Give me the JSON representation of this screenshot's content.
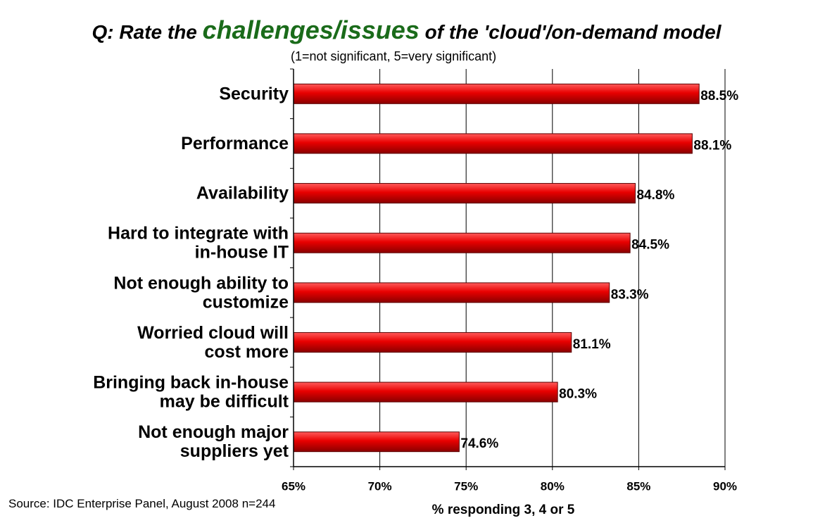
{
  "title": {
    "prefix": "Q: Rate the ",
    "highlight": "challenges/issues",
    "suffix": " of the 'cloud'/on-demand model",
    "highlight_color": "#1a6b1a"
  },
  "subtitle": "(1=not significant, 5=very significant)",
  "source": "Source: IDC Enterprise Panel, August 2008  n=244",
  "chart_data": {
    "type": "bar",
    "orientation": "horizontal",
    "categories": [
      [
        "Security"
      ],
      [
        "Performance"
      ],
      [
        "Availability"
      ],
      [
        "Hard to integrate with",
        "in-house IT"
      ],
      [
        "Not enough ability to",
        "customize"
      ],
      [
        "Worried cloud will",
        "cost more"
      ],
      [
        "Bringing back in-house",
        "may be difficult"
      ],
      [
        "Not enough major",
        "suppliers yet"
      ]
    ],
    "values": [
      88.5,
      88.1,
      84.8,
      84.5,
      83.3,
      81.1,
      80.3,
      74.6
    ],
    "data_labels": [
      "88.5%",
      "88.1%",
      "84.8%",
      "84.5%",
      "83.3%",
      "81.1%",
      "80.3%",
      "74.6%"
    ],
    "xlim": [
      65,
      90
    ],
    "xticks": [
      65,
      70,
      75,
      80,
      85,
      90
    ],
    "xtick_labels": [
      "65%",
      "70%",
      "75%",
      "80%",
      "85%",
      "90%"
    ],
    "xlabel": "% responding 3, 4 or 5",
    "grid": "vertical",
    "bar_color": "#e00000"
  }
}
